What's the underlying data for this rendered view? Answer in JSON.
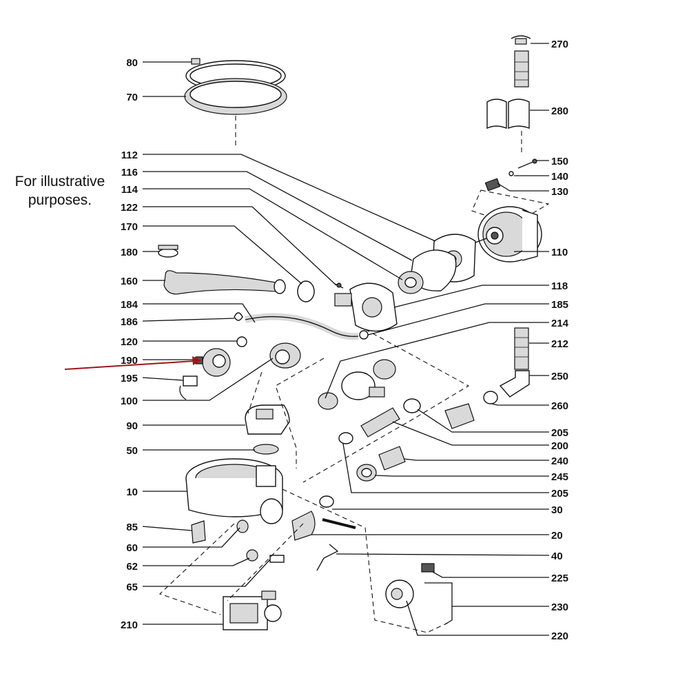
{
  "note": "For illustrative purposes.",
  "callouts": {
    "p80": "80",
    "p70": "70",
    "p112": "112",
    "p116": "116",
    "p114": "114",
    "p122": "122",
    "p170": "170",
    "p180": "180",
    "p160": "160",
    "p184": "184",
    "p186": "186",
    "p120": "120",
    "p190": "190",
    "p195": "195",
    "p100": "100",
    "p90": "90",
    "p50": "50",
    "p10": "10",
    "p85": "85",
    "p60": "60",
    "p62": "62",
    "p65": "65",
    "p210": "210",
    "p270": "270",
    "p280": "280",
    "p150": "150",
    "p140": "140",
    "p130": "130",
    "p110": "110",
    "p118": "118",
    "p185": "185",
    "p214": "214",
    "p212": "212",
    "p250": "250",
    "p260": "260",
    "p205a": "205",
    "p200": "200",
    "p240": "240",
    "p245": "245",
    "p205b": "205",
    "p30": "30",
    "p20": "20",
    "p40": "40",
    "p225": "225",
    "p230": "230",
    "p220": "220"
  },
  "colors": {
    "highlight_arrow": "#a31515",
    "line": "#111111"
  }
}
